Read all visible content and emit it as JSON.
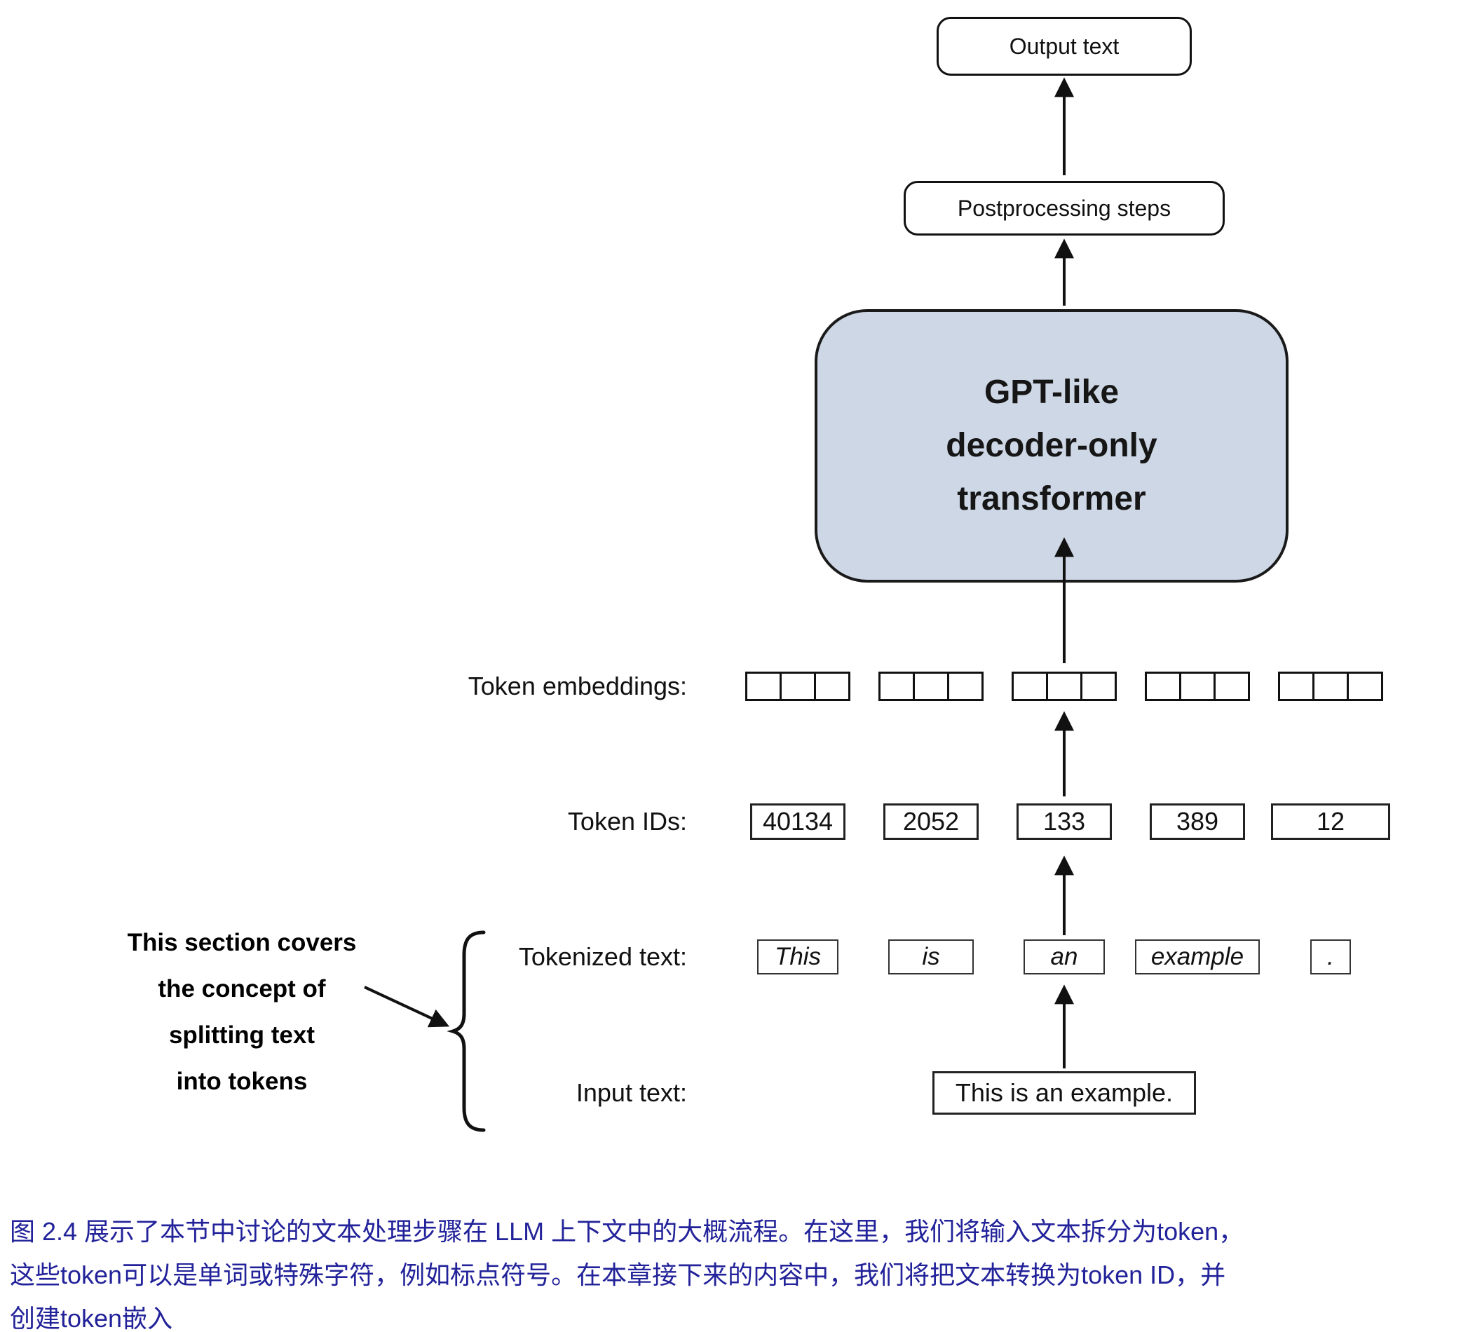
{
  "figure": {
    "flow": {
      "output_label": "Output text",
      "postprocessing_label": "Postprocessing steps",
      "transformer_lines": [
        "GPT-like",
        "decoder-only",
        "transformer"
      ]
    },
    "rows": {
      "token_embeddings": {
        "label": "Token embeddings:"
      },
      "token_ids": {
        "label": "Token IDs:",
        "values": [
          "40134",
          "2052",
          "133",
          "389",
          "12"
        ]
      },
      "tokenized_text": {
        "label": "Tokenized text:",
        "tokens": [
          "This",
          "is",
          "an",
          "example",
          "."
        ]
      },
      "input_text": {
        "label": "Input text:",
        "value": "This is an example."
      }
    },
    "annotation": {
      "lines": [
        "This section covers",
        "the concept of",
        "splitting text",
        "into tokens"
      ]
    },
    "caption": {
      "lines": [
        "图 2.4 展示了本节中讨论的文本处理步骤在 LLM 上下文中的大概流程。在这里，我们将输入文本拆分为token，",
        "这些token可以是单词或特殊字符，例如标点符号。在本章接下来的内容中，我们将把文本转换为token ID，并",
        "创建token嵌入"
      ]
    },
    "colors": {
      "transformer_fill": "#cdd7e5",
      "transformer_border": "#1a1a1a",
      "caption_text": "#22229a"
    }
  }
}
